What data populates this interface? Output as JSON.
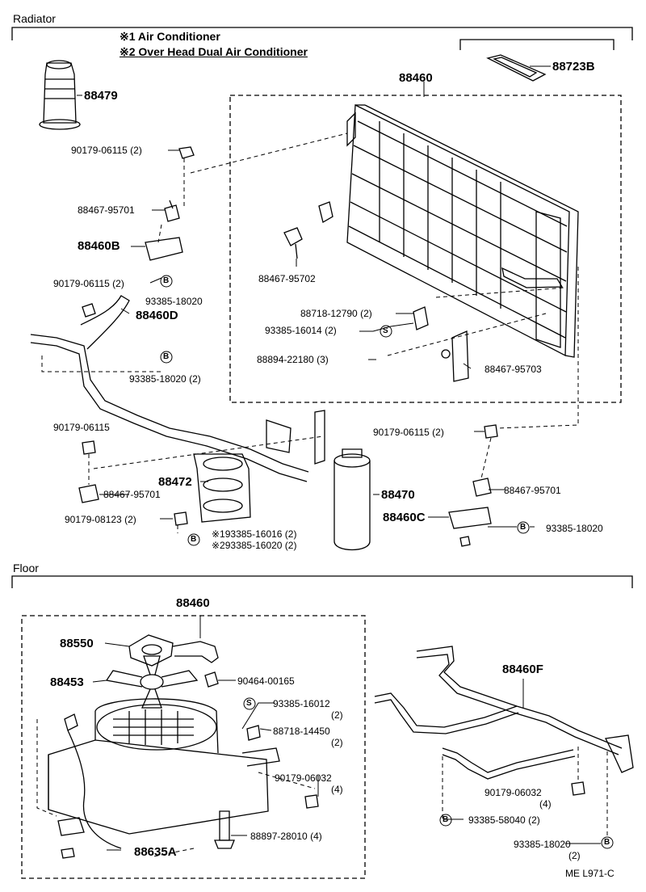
{
  "sections": {
    "radiator": "Radiator",
    "floor": "Floor"
  },
  "legend": [
    {
      "mark": "※1",
      "text": "Air Conditioner"
    },
    {
      "mark": "※2",
      "text": "Over Head Dual Air Conditioner"
    }
  ],
  "labels": {
    "p88479": "88479",
    "p88723b": "88723B",
    "p88460_top": "88460",
    "p90179_06115_a": "90179-06115 (2)",
    "p88467_95701_a": "88467-95701",
    "p88460b": "88460B",
    "p90179_06115_b": "90179-06115 (2)",
    "p93385_18020_a": "93385-18020",
    "p88460d": "88460D",
    "p93385_18020_b": "93385-18020 (2)",
    "p88467_95702": "88467-95702",
    "p88718_12790": "88718-12790 (2)",
    "p93385_16014": "93385-16014 (2)",
    "p88894_22180": "88894-22180 (3)",
    "p88467_95703": "88467-95703",
    "p90179_06115_c": "90179-06115",
    "p88472": "88472",
    "p88467_95701_b": "88467-95701",
    "p90179_08123": "90179-08123 (2)",
    "p93385_16016": "※193385-16016 (2)",
    "p93385_16020": "※293385-16020 (2)",
    "p88470": "88470",
    "p90179_06115_d": "90179-06115 (2)",
    "p88467_95701_c": "88467-95701",
    "p88460c": "88460C",
    "p93385_18020_c": "93385-18020",
    "p88460_floor": "88460",
    "p88550": "88550",
    "p88453": "88453",
    "p90464_00165": "90464-00165",
    "p93385_16012": "93385-16012",
    "p93385_16012_q": "(2)",
    "p88718_14450": "88718-14450",
    "p88718_14450_q": "(2)",
    "p90179_06032_a": "90179-06032",
    "p90179_06032_a_q": "(4)",
    "p88897_28010": "88897-28010 (4)",
    "p88635a": "88635A",
    "p88460f": "88460F",
    "p90179_06032_b": "90179-06032",
    "p90179_06032_b_q": "(4)",
    "p93385_58040": "93385-58040 (2)",
    "p93385_18020_d": "93385-18020",
    "p93385_18020_d_q": "(2)",
    "ref": "ME  L971-C"
  },
  "symbols": {
    "bolt_mark": "B",
    "screw_mark": "S"
  }
}
